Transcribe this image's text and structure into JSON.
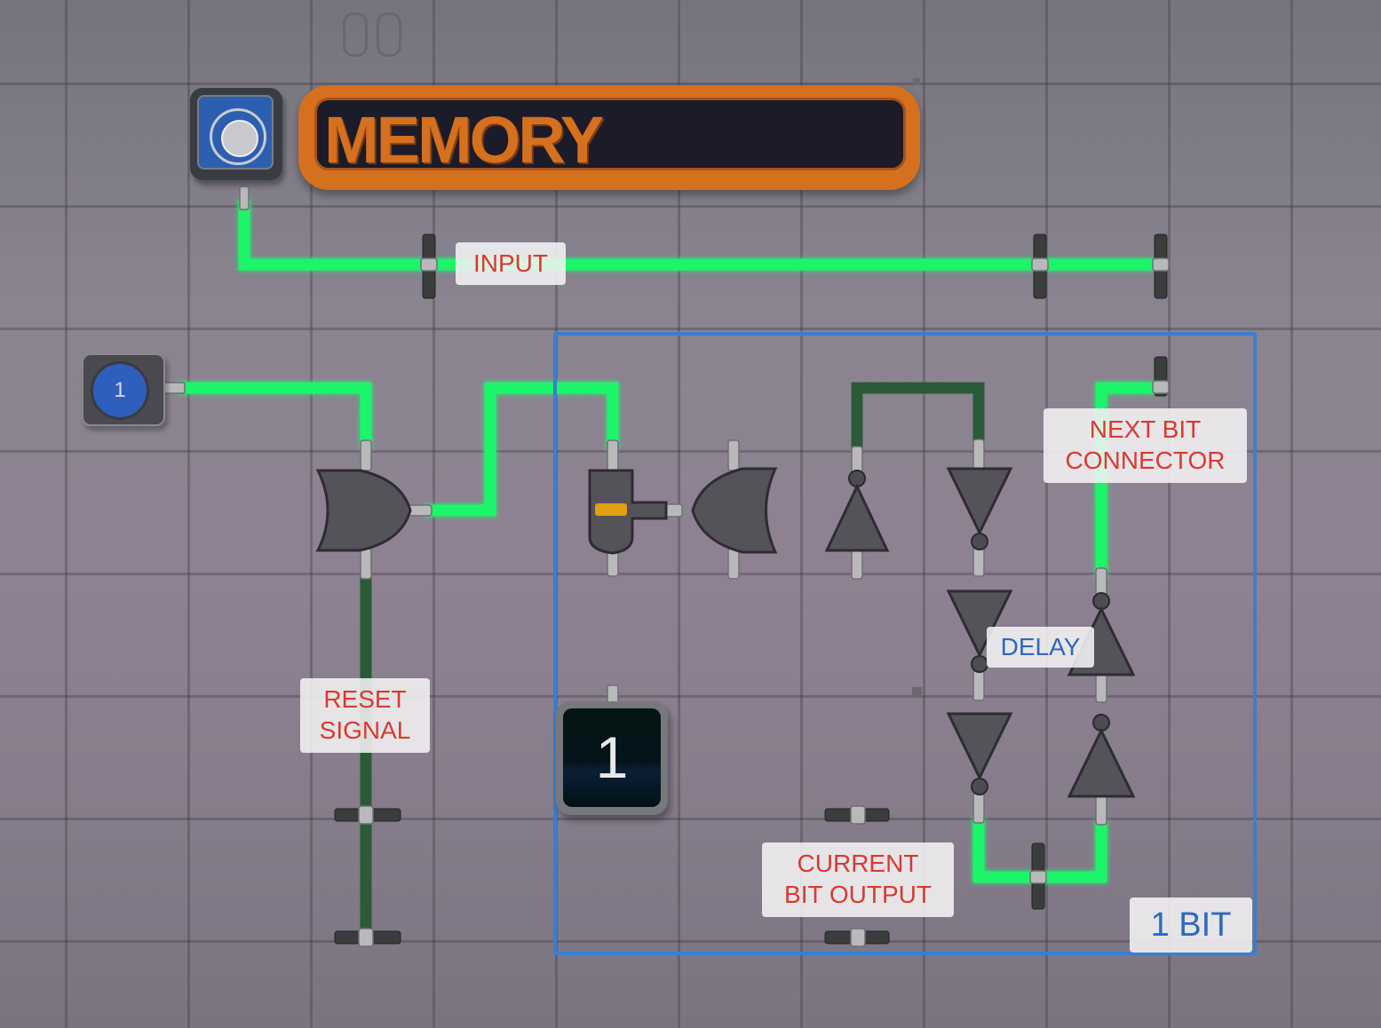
{
  "title": "MEMORY",
  "colors": {
    "wire_on": "#1ff56a",
    "wire_off": "#2a5a38",
    "title_orange": "#d5701f",
    "bit_box_blue": "#3a7ed0",
    "label_red": "#d93a30",
    "label_blue": "#2f6ab8"
  },
  "components": {
    "power_button": {
      "icon": "power-dial-icon",
      "state": "on"
    },
    "input_button": {
      "label": "1",
      "icon": "push-button-icon"
    },
    "output_display": {
      "value": "1"
    },
    "or_gates": 2,
    "latch": {
      "indicator": "amber"
    },
    "not_gates": 6
  },
  "labels": {
    "input": "INPUT",
    "reset_signal_line1": "RESET",
    "reset_signal_line2": "SIGNAL",
    "next_bit_line1": "NEXT BIT",
    "next_bit_line2": "CONNECTOR",
    "delay": "DELAY",
    "current_bit_line1": "CURRENT",
    "current_bit_line2": "BIT OUTPUT",
    "one_bit": "1 BIT"
  }
}
